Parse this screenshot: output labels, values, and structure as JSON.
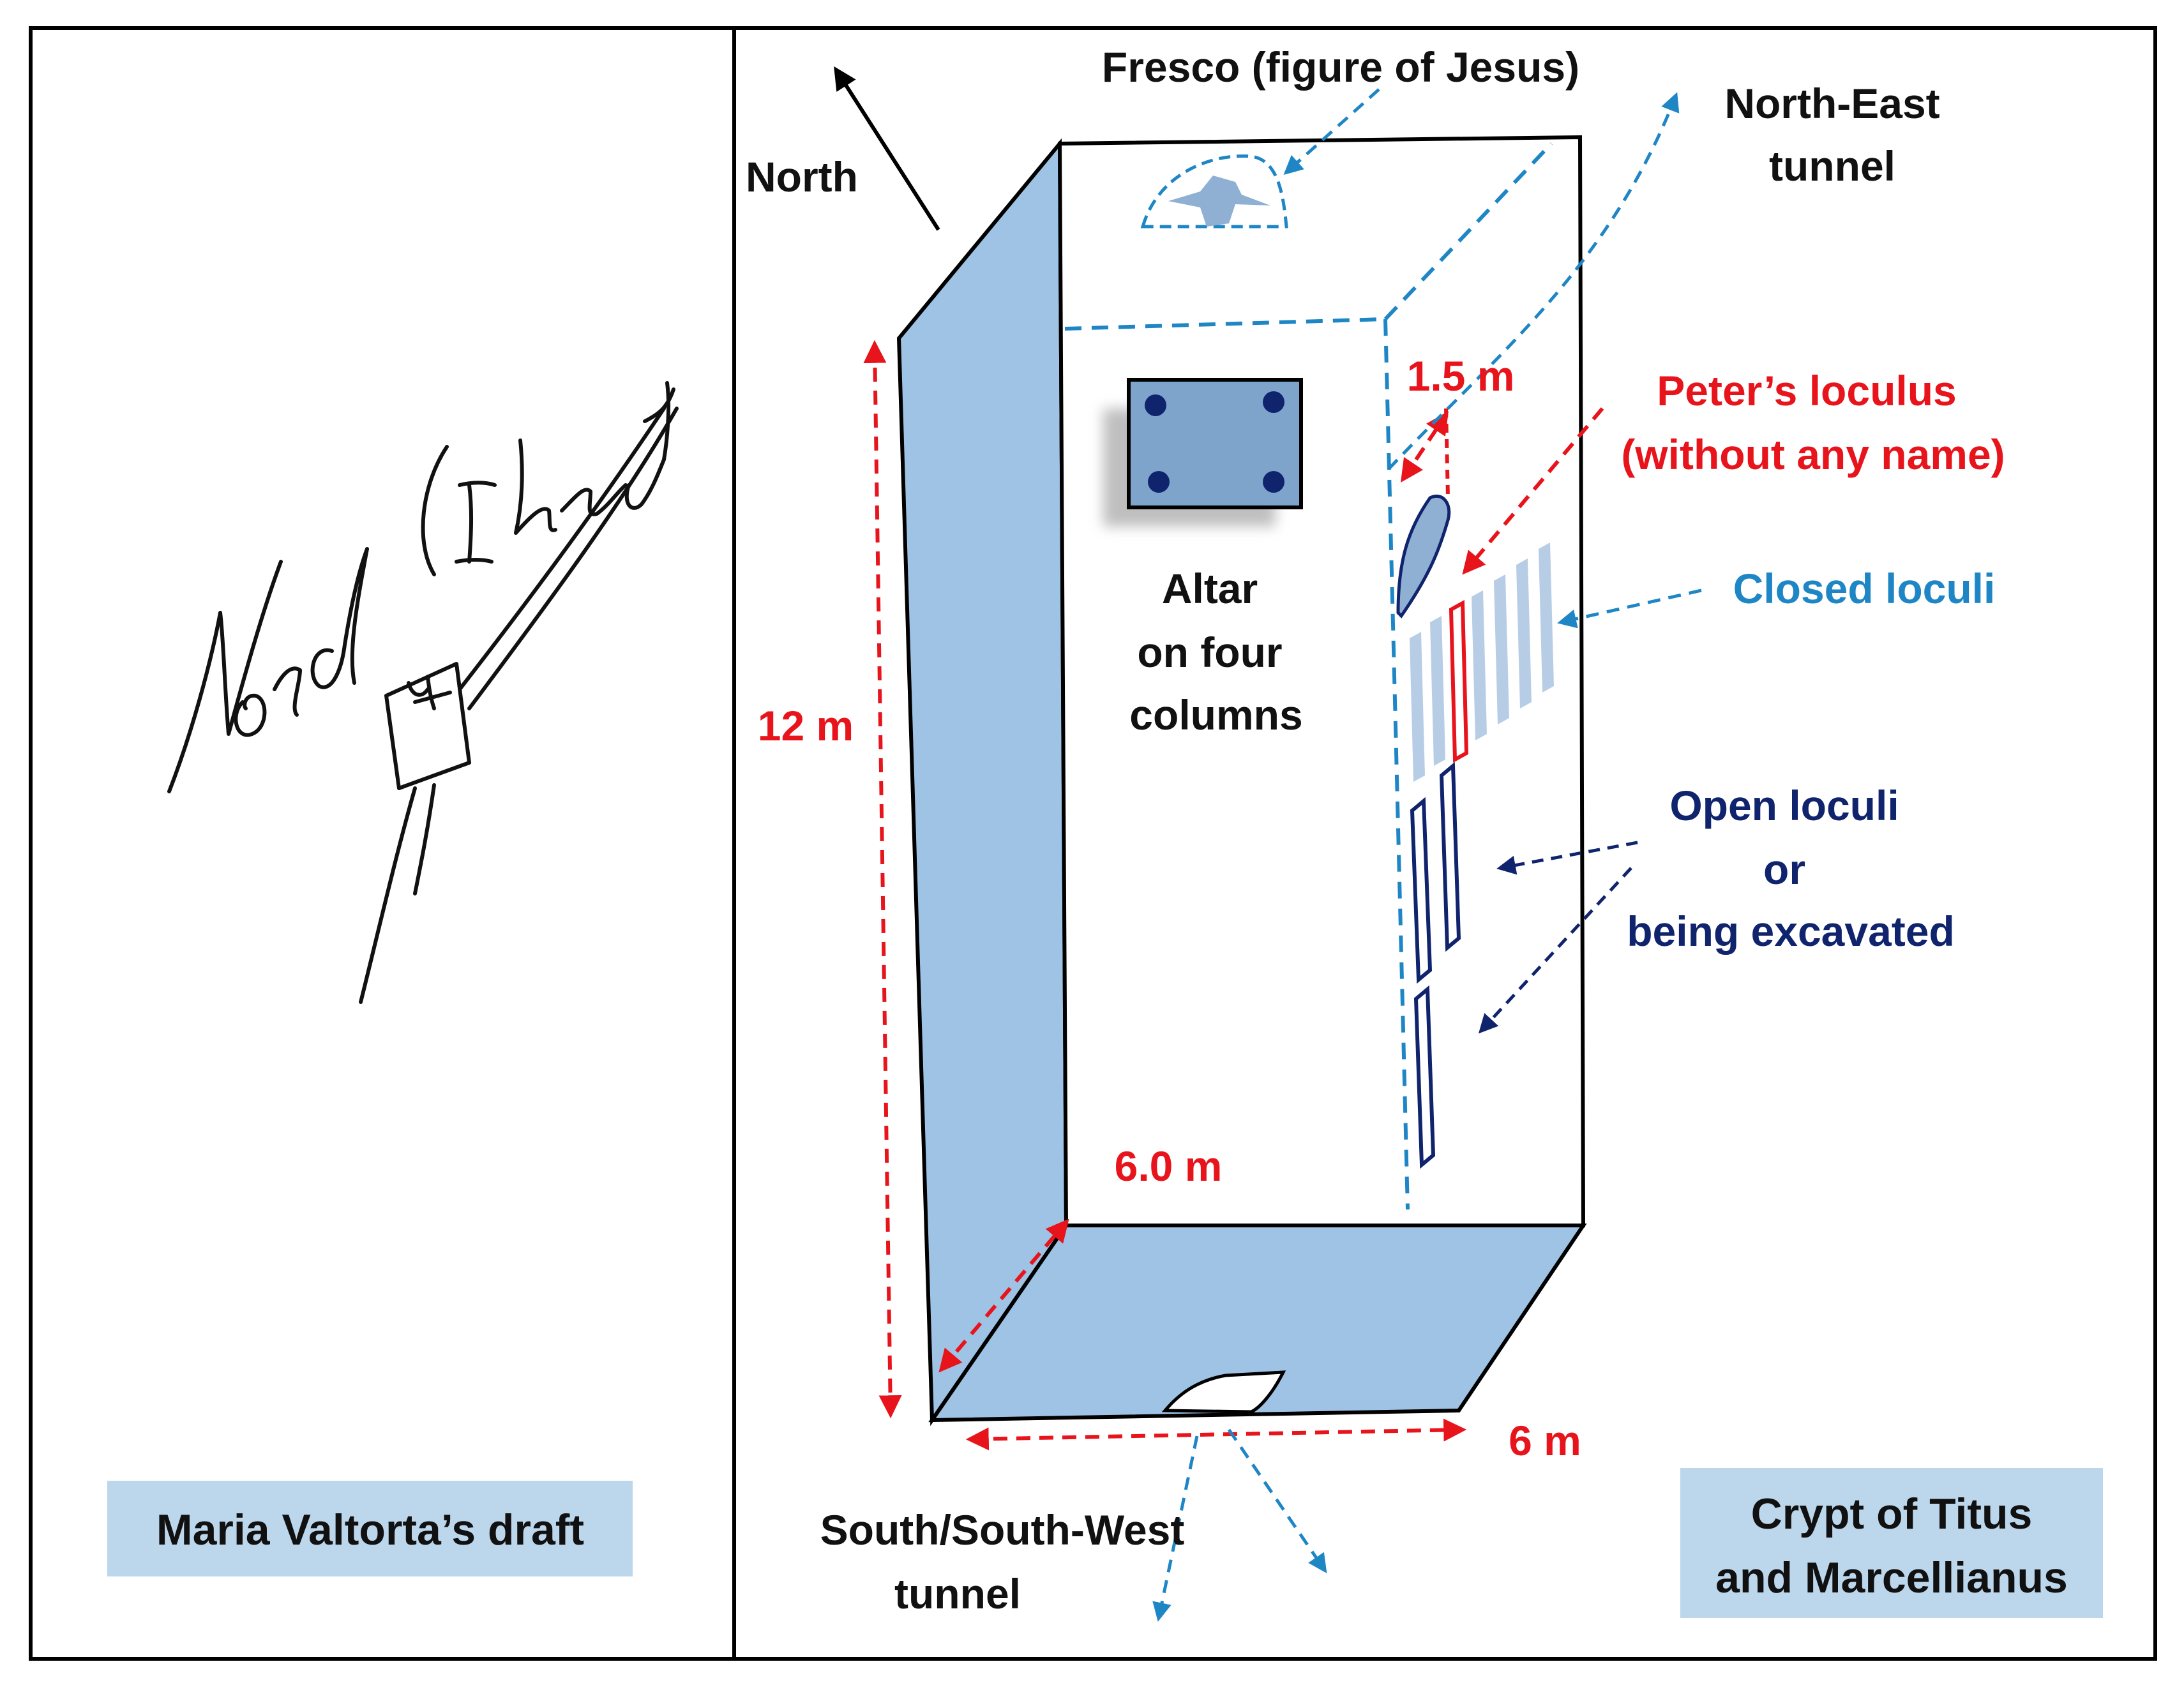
{
  "left_panel": {
    "caption": "Maria Valtorta’s draft",
    "caption_bg": "#bcd6ec"
  },
  "right_panel": {
    "caption_line1": "Crypt of Titus",
    "caption_line2": "and Marcellianus",
    "caption_bg": "#bcd6ec"
  },
  "labels": {
    "north": "North",
    "fresco": "Fresco (figure of Jesus)",
    "ne_tunnel_line1": "North-East",
    "ne_tunnel_line2": "tunnel",
    "peter_line1": "Peter’s loculus",
    "peter_line2": "(without any name)",
    "closed_loculi": "Closed loculi",
    "open_line1": "Open loculi",
    "open_line2": "or",
    "open_line3": "being excavated",
    "altar_line1": "Altar",
    "altar_line2": "on four",
    "altar_line3": "columns",
    "height": "12 m",
    "loculus_width": "1.5 m",
    "depth": "6.0 m",
    "width": "6 m",
    "sw_tunnel_line1": "South/South-West",
    "sw_tunnel_line2": "tunnel"
  },
  "colors": {
    "wall_fill": "#9ec3e4",
    "dimension_red": "#e8141c",
    "tunnel_blue": "#1f86c6",
    "open_navy": "#10246e",
    "closed_loculi_fill": "#b7cde6",
    "label_red": "#e8141c",
    "label_blue": "#1f86c6",
    "label_navy": "#10246e"
  }
}
